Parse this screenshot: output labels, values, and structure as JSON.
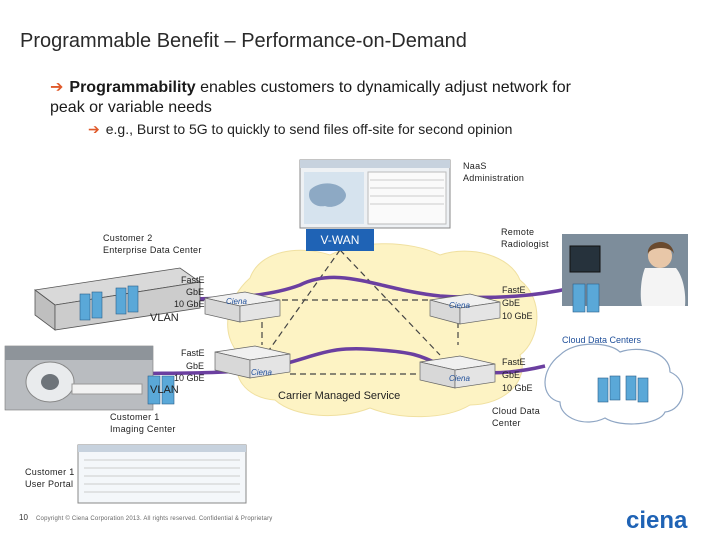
{
  "title": "Programmable Benefit – Performance-on-Demand",
  "bullet1": {
    "bold": "Programmability",
    "rest": " enables customers to dynamically adjust network for peak or variable needs"
  },
  "bullet2": "e.g., Burst to 5G to quickly to send files off-site for second opinion",
  "naas": {
    "line1": "NaaS",
    "line2": "Administration"
  },
  "customer2": {
    "line1": "Customer 2",
    "line2": "Enterprise Data Center"
  },
  "vwan": "V-WAN",
  "remote": {
    "line1": "Remote",
    "line2": "Radiologist"
  },
  "port_labels": {
    "top_left": [
      "FastE",
      "GbE",
      "10 GbE"
    ],
    "top_right": [
      "FastE",
      "GbE",
      "10 GbE"
    ],
    "bottom_left": [
      "FastE",
      "GbE",
      "10 GbE"
    ],
    "bottom_right": [
      "FastE",
      "GbE",
      "10 GbE"
    ]
  },
  "vlan_top": "VLAN",
  "vlan_bottom": "VLAN",
  "cloud_data_centers": "Cloud Data Centers",
  "carrier": "Carrier Managed Service",
  "customer1": {
    "line1": "Customer 1",
    "line2": "Imaging Center"
  },
  "cloud_dc": {
    "line1": "Cloud Data",
    "line2": "Center"
  },
  "portal": {
    "line1": "Customer 1",
    "line2": "User Portal"
  },
  "page_number": "10",
  "copyright": "Copyright © Ciena Corporation 2013. All rights reserved. Confidential & Proprietary",
  "device_brand": "Ciena",
  "logo_text": "ciena",
  "colors": {
    "arrow": "#e05a2b",
    "wan_box": "#1f63b5",
    "link": "#6b3fa0",
    "cloud": "#fdf3c4"
  }
}
